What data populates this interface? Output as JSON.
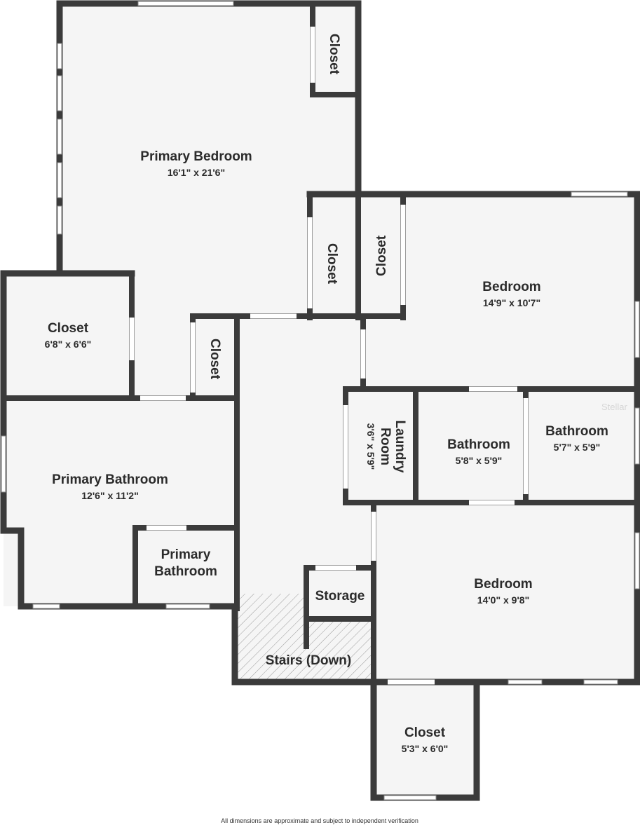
{
  "floorplan": {
    "rooms": {
      "primary_bedroom": {
        "name": "Primary Bedroom",
        "dim": "16'1\" x 21'6\""
      },
      "closet_primary_top": {
        "name": "Closet"
      },
      "closet_mid_left": {
        "name": "Closet"
      },
      "closet_mid_right": {
        "name": "Closet"
      },
      "closet_hall": {
        "name": "Closet"
      },
      "walkin_closet": {
        "name": "Closet",
        "dim": "6'8\" x 6'6\""
      },
      "bedroom_upper": {
        "name": "Bedroom",
        "dim": "14'9\" x 10'7\""
      },
      "laundry_room": {
        "name_line1": "Laundry",
        "name_line2": "Room",
        "dim": "3'6\" x 5'9\""
      },
      "bathroom_center": {
        "name": "Bathroom",
        "dim": "5'8\" x 5'9\""
      },
      "bathroom_right": {
        "name": "Bathroom",
        "dim": "5'7\" x 5'9\""
      },
      "primary_bathroom": {
        "name": "Primary Bathroom",
        "dim": "12'6\" x 11'2\""
      },
      "primary_bathroom_wc": {
        "name_line1": "Primary",
        "name_line2": "Bathroom"
      },
      "storage": {
        "name": "Storage"
      },
      "stairs": {
        "name": "Stairs (Down)"
      },
      "bedroom_lower": {
        "name": "Bedroom",
        "dim": "14'0\" x 9'8\""
      },
      "closet_bottom": {
        "name": "Closet",
        "dim": "5'3\" x 6'0\""
      }
    },
    "watermark": "Stellar",
    "footer_note": "All dimensions are approximate and subject to independent verification"
  }
}
